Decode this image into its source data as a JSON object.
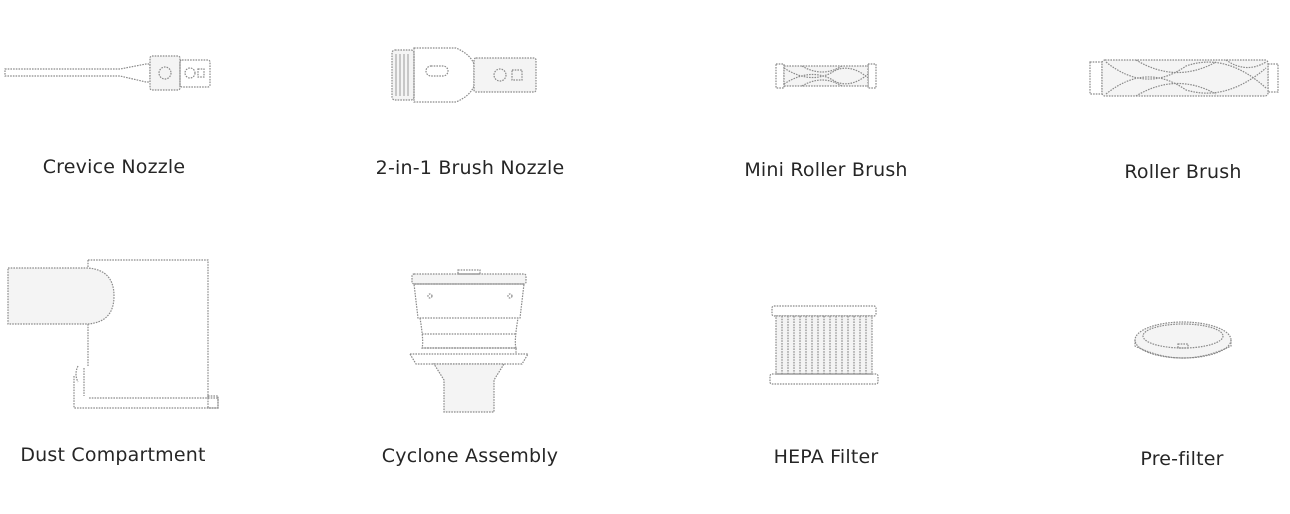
{
  "parts": [
    {
      "label": "Crevice Nozzle",
      "icon": "crevice-nozzle-icon"
    },
    {
      "label": "2-in-1 Brush Nozzle",
      "icon": "brush-nozzle-icon"
    },
    {
      "label": "Mini Roller Brush",
      "icon": "mini-roller-brush-icon"
    },
    {
      "label": "Roller Brush",
      "icon": "roller-brush-icon"
    },
    {
      "label": "Dust Compartment",
      "icon": "dust-compartment-icon"
    },
    {
      "label": "Cyclone Assembly",
      "icon": "cyclone-assembly-icon"
    },
    {
      "label": "HEPA Filter",
      "icon": "hepa-filter-icon"
    },
    {
      "label": "Pre-filter",
      "icon": "pre-filter-icon"
    }
  ]
}
